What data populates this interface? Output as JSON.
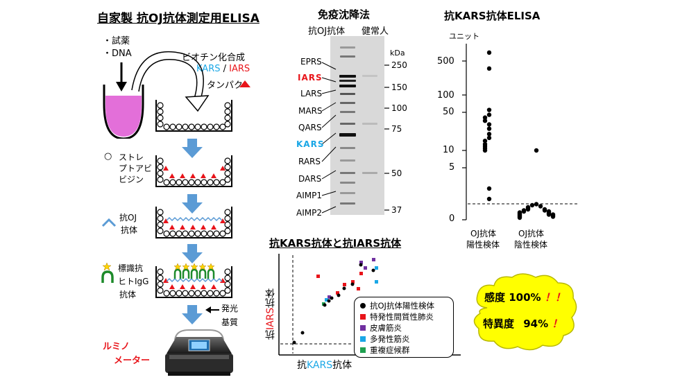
{
  "main_title": "自家製 抗OJ抗体測定用ELISA",
  "elisa_steps": {
    "reagent_1": "・試薬",
    "reagent_2": "・DNA",
    "biotin_label": "ビオチン化合成",
    "kars": "KARS",
    "slash": "/",
    "iars": "IARS",
    "protein": "タンパク",
    "streptavidin_1": "ストレ",
    "streptavidin_2": "プトアビ",
    "streptavidin_3": "ビジン",
    "anti_oj_1": "抗OJ",
    "anti_oj_2": "抗体",
    "labeled_1": "標識抗",
    "labeled_2": "ヒトIgG",
    "labeled_3": "抗体",
    "substrate_1": "発光",
    "substrate_2": "基質",
    "luminometer_1": "ルミノ",
    "luminometer_2": "メーター"
  },
  "ip": {
    "title": "免疫沈降法",
    "lane1": "抗OJ抗体",
    "lane2": "健常人",
    "bands": [
      "EPRS",
      "IARS",
      "LARS",
      "MARS",
      "QARS",
      "KARS",
      "RARS",
      "DARS",
      "AIMP1",
      "AIMP2"
    ],
    "kda_label": "kDa",
    "markers": [
      "250",
      "150",
      "100",
      "75",
      "50",
      "37"
    ],
    "band_colors": {
      "IARS": "#e8141a",
      "KARS": "#1aa7e6"
    }
  },
  "elisa_chart": {
    "title": "抗KARS抗体ELISA",
    "unit": "ユニット",
    "yticks": [
      "500",
      "100",
      "50",
      "10",
      "5",
      "0"
    ],
    "group1_1": "OJ抗体",
    "group1_2": "陽性検体",
    "group2_1": "OJ抗体",
    "group2_2": "陰性検体"
  },
  "chart_data": {
    "type": "scatter",
    "title": "抗KARS抗体ELISA",
    "ylabel": "ユニット",
    "groups": [
      {
        "name": "OJ抗体陽性検体",
        "values": [
          700,
          350,
          55,
          45,
          40,
          35,
          30,
          25,
          20,
          17,
          15,
          13,
          12,
          11,
          10,
          3,
          2
        ]
      },
      {
        "name": "OJ抗体陰性検体",
        "values": [
          10,
          1.5,
          1.4,
          1.3,
          1.2,
          1.1,
          1.0,
          1.0,
          0.9,
          0.9,
          0.8,
          0.8,
          0.7,
          0.7,
          0.6,
          0.6,
          0.5,
          0.5,
          0.5,
          0.4,
          0.4,
          0.3,
          0.3,
          0.2
        ]
      }
    ]
  },
  "scatter": {
    "title": "抗KARS抗体と抗IARS抗体",
    "xlabel_prefix": "抗",
    "xlabel_colored": "KARS",
    "xlabel_suffix": "抗体",
    "ylabel_prefix": "抗",
    "ylabel_colored": "IARS",
    "ylabel_suffix": "抗体",
    "legend": [
      {
        "label": "抗OJ抗体陽性検体",
        "color": "#000000",
        "shape": "circle"
      },
      {
        "label": "特発性間質性肺炎",
        "color": "#e8141a",
        "shape": "square"
      },
      {
        "label": "皮膚筋炎",
        "color": "#7030a0",
        "shape": "square"
      },
      {
        "label": "多発性筋炎",
        "color": "#1aa7e6",
        "shape": "square"
      },
      {
        "label": "重複症候群",
        "color": "#20a050",
        "shape": "square"
      }
    ]
  },
  "result": {
    "sensitivity_label": "感度",
    "sensitivity_value": "100%",
    "sensitivity_mark": "！！",
    "specificity_label": "特異度",
    "specificity_value": "94%",
    "specificity_mark": "！"
  }
}
